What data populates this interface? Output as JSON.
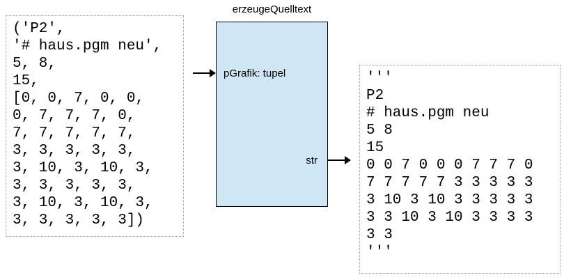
{
  "diagram": {
    "function_box": {
      "title": "erzeugeQuelltext",
      "input_param_label": "pGrafik: tupel",
      "output_param_label": "str",
      "fill_color": "#cfe7f5",
      "border_color": "#000000"
    },
    "input_box": {
      "lines": [
        "('P2',",
        "'# haus.pgm neu',",
        "5, 8,",
        "15,",
        "[0, 0, 7, 0, 0,",
        "0, 7, 7, 7, 0,",
        "7, 7, 7, 7, 7,",
        "3, 3, 3, 3, 3,",
        "3, 10, 3, 10, 3,",
        "3, 3, 3, 3, 3,",
        "3, 10, 3, 10, 3,",
        "3, 3, 3, 3, 3])"
      ]
    },
    "output_box": {
      "lines": [
        "'''",
        "P2",
        "# haus.pgm neu",
        "5 8",
        "15",
        "0 0 7 0 0 0 7 7 7 0",
        "7 7 7 7 7 3 3 3 3 3",
        "3 10 3 10 3 3 3 3 3",
        "3 3 10 3 10 3 3 3 3",
        "3 3",
        "'''"
      ]
    }
  }
}
